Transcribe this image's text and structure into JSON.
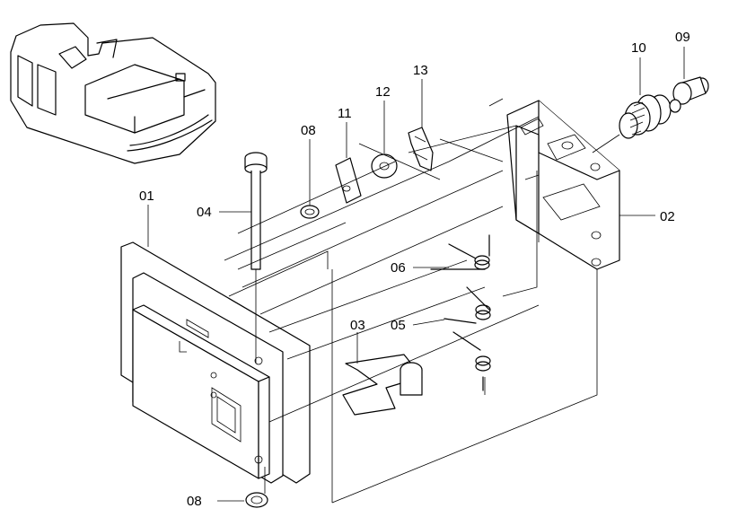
{
  "diagram": {
    "callouts": [
      {
        "id": "01",
        "text": "01"
      },
      {
        "id": "02",
        "text": "02"
      },
      {
        "id": "03",
        "text": "03"
      },
      {
        "id": "04",
        "text": "04"
      },
      {
        "id": "05",
        "text": "05"
      },
      {
        "id": "06",
        "text": "06"
      },
      {
        "id": "08a",
        "text": "08"
      },
      {
        "id": "08b",
        "text": "08"
      },
      {
        "id": "09",
        "text": "09"
      },
      {
        "id": "10",
        "text": "10"
      },
      {
        "id": "11",
        "text": "11"
      },
      {
        "id": "12",
        "text": "12"
      },
      {
        "id": "13",
        "text": "13"
      }
    ]
  }
}
